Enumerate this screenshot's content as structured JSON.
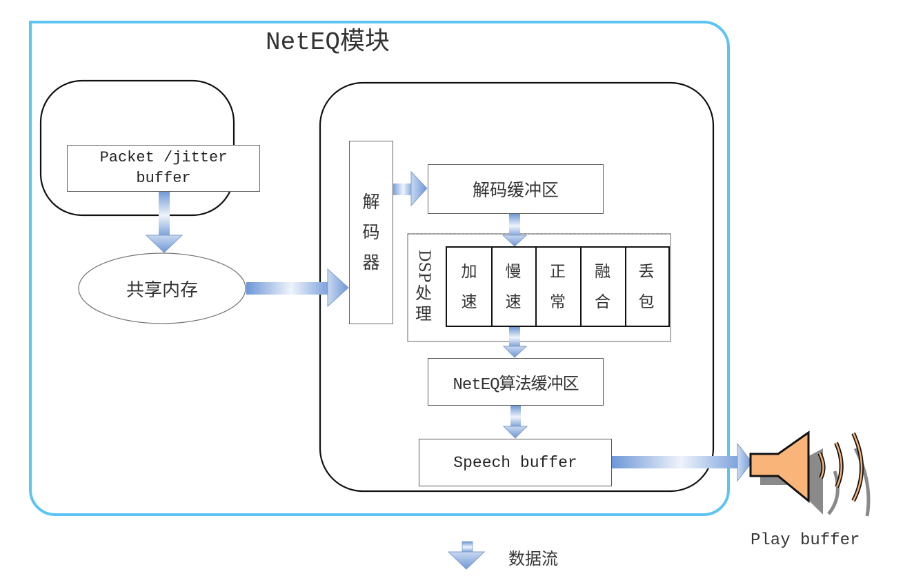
{
  "diagram": {
    "title": "NetEQ模块",
    "nodes": {
      "packet_buffer": "Packet /jitter\nbuffer",
      "packet_buffer_line1": "Packet /jitter",
      "packet_buffer_line2": "buffer",
      "shared_memory": "共享内存",
      "decoder": [
        "解",
        "码",
        "器"
      ],
      "decode_buffer": "解码缓冲区",
      "dsp_label_latin": "DSP",
      "dsp_label_cjk": [
        "处",
        "理"
      ],
      "dsp_ops": [
        {
          "chars": [
            "加",
            "速"
          ],
          "label": "加速"
        },
        {
          "chars": [
            "慢",
            "速"
          ],
          "label": "慢速"
        },
        {
          "chars": [
            "正",
            "常"
          ],
          "label": "正常"
        },
        {
          "chars": [
            "融",
            "合"
          ],
          "label": "融合"
        },
        {
          "chars": [
            "丢",
            "包"
          ],
          "label": "丢包"
        }
      ],
      "neteq_algo_buffer": "NetEQ算法缓冲区",
      "speech_buffer": "Speech buffer",
      "play_buffer": "Play buffer"
    },
    "legend": {
      "icon": "down-arrow-icon",
      "label": "数据流"
    },
    "edges": [
      {
        "from": "Packet /jitter buffer",
        "to": "共享内存"
      },
      {
        "from": "共享内存",
        "to": "解码器"
      },
      {
        "from": "解码器",
        "to": "解码缓冲区"
      },
      {
        "from": "解码缓冲区",
        "to": "DSP处理"
      },
      {
        "from": "DSP处理",
        "to": "NetEQ算法缓冲区"
      },
      {
        "from": "NetEQ算法缓冲区",
        "to": "Speech buffer"
      },
      {
        "from": "Speech buffer",
        "to": "Play buffer"
      }
    ],
    "colors": {
      "outer_frame": "#5bc4f5",
      "arrow_dark": "#6d97d6",
      "arrow_light": "#eef3fb",
      "speaker": "#f9b47a",
      "speaker_shadow": "#8a8a8a"
    }
  }
}
